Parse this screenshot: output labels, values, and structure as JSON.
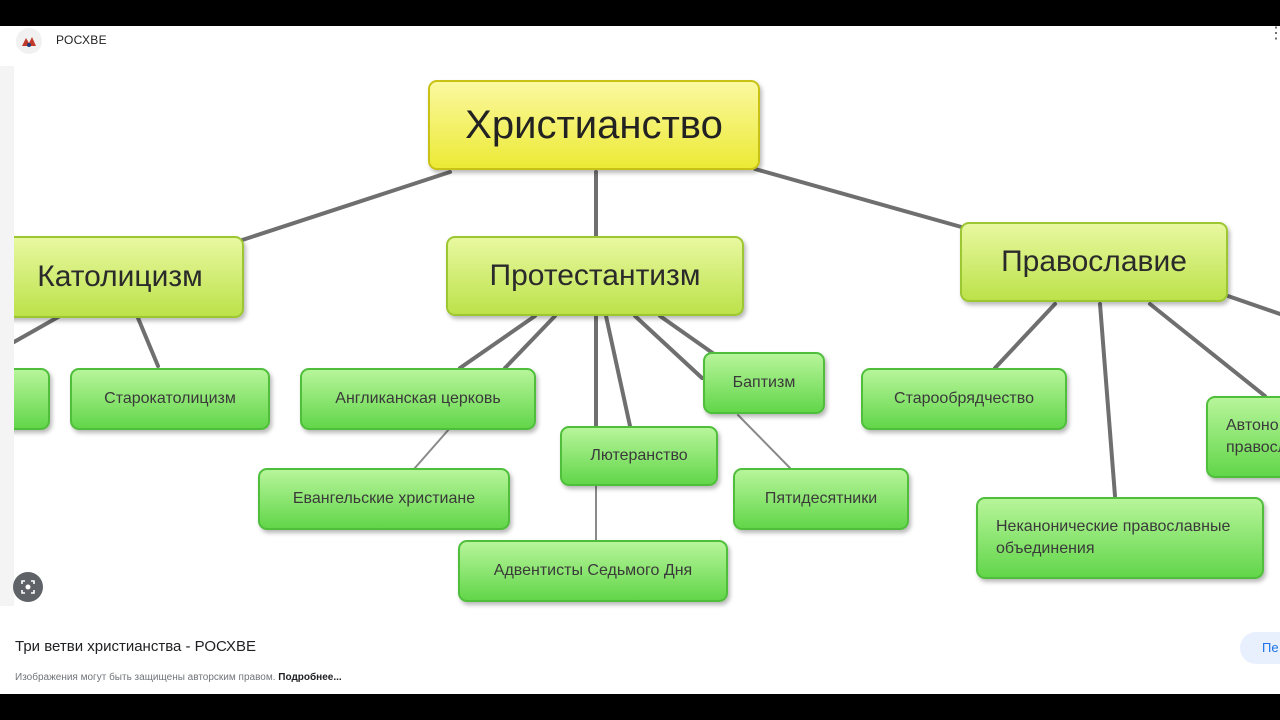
{
  "source": {
    "name": "РОСХВЕ"
  },
  "diagram": {
    "root": "Христианство",
    "branches": {
      "catholicism": "Католицизм",
      "protestantism": "Протестантизм",
      "orthodoxy": "Православие"
    },
    "leaves": {
      "old_catholicism": "Старокатолицизм",
      "anglican": "Англиканская церковь",
      "evangelical": "Евангельские христиане",
      "lutheranism": "Лютеранство",
      "adventists": "Адвентисты Седьмого Дня",
      "baptism": "Баптизм",
      "pentecostals": "Пятидесятники",
      "old_believers": "Старообрядчество",
      "noncanonical": "Неканонические православные объединения",
      "autonomous": "Автоно... правосл..."
    }
  },
  "caption": {
    "title": "Три ветви христианства - РОСХВЕ",
    "notice": "Изображения могут быть защищены авторским правом.",
    "more_link": "Подробнее..."
  },
  "visit_button": "Пе"
}
